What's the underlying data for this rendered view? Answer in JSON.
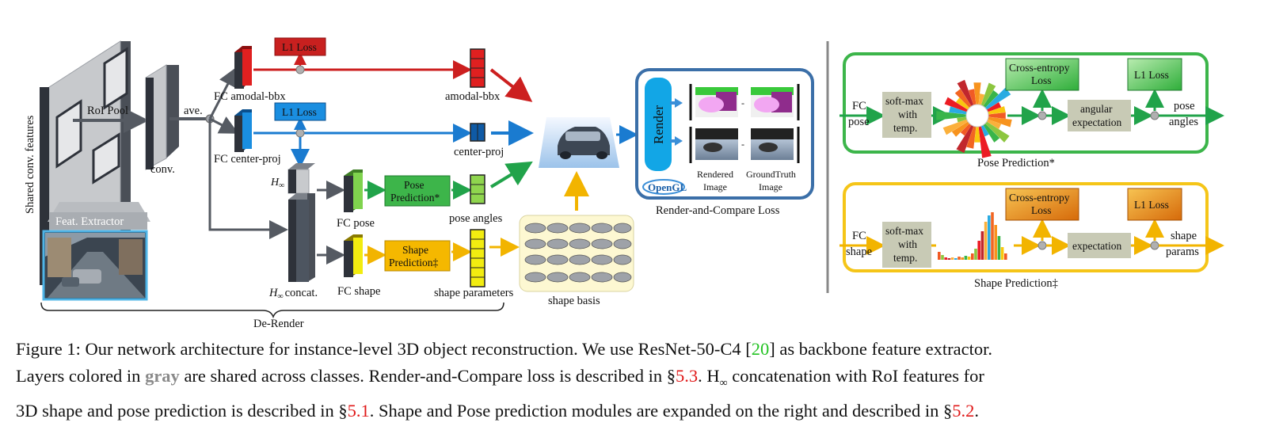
{
  "left": {
    "shared_features_label": "Shared conv. features",
    "roi_pool_label": "RoI Pool",
    "conv_label": "conv.",
    "ave_label": "ave.",
    "feat_extractor_label": "Feat. Extractor",
    "fc_amodal_label": "FC amodal-bbx",
    "fc_center_label": "FC center-proj",
    "l1_loss_top": "L1 Loss",
    "l1_loss_mid": "L1 Loss",
    "amodal_bbx_label": "amodal-bbx",
    "center_proj_label": "center-proj",
    "h_inf_label": "H",
    "h_inf_sub": "∞",
    "h_concat_label": "H",
    "h_concat_sub": "∞",
    "h_concat_suffix": "concat.",
    "fc_pose_label": "FC pose",
    "fc_shape_label": "FC shape",
    "pose_pred_line1": "Pose",
    "pose_pred_line2": "Prediction*",
    "shape_pred_line1": "Shape",
    "shape_pred_line2": "Prediction‡",
    "pose_angles_label": "pose angles",
    "shape_params_label": "shape parameters",
    "shape_basis_label": "shape basis",
    "de_render_label": "De-Render"
  },
  "render": {
    "render_label": "Render",
    "opengl_label": "OpenGL",
    "rendered_line1": "Rendered",
    "rendered_line2": "Image",
    "gt_line1": "GroundTruth",
    "gt_line2": "Image",
    "minus": "-",
    "title": "Render-and-Compare Loss"
  },
  "pose_module": {
    "fc_line1": "FC",
    "fc_line2": "pose",
    "softmax_line1": "soft-max",
    "softmax_line2": "with",
    "softmax_line3": "temp.",
    "ce_line1": "Cross-entropy",
    "ce_line2": "Loss",
    "expect_line1": "angular",
    "expect_line2": "expectation",
    "l1_label": "L1 Loss",
    "out_line1": "pose",
    "out_line2": "angles",
    "title": "Pose Prediction*"
  },
  "shape_module": {
    "fc_line1": "FC",
    "fc_line2": "shape",
    "softmax_line1": "soft-max",
    "softmax_line2": "with",
    "softmax_line3": "temp.",
    "ce_line1": "Cross-entropy",
    "ce_line2": "Loss",
    "expect_label": "expectation",
    "l1_label": "L1 Loss",
    "out_line1": "shape",
    "out_line2": "params",
    "title": "Shape Prediction‡"
  },
  "caption": {
    "l1_a": "Figure 1: Our network architecture for instance-level 3D object reconstruction. We use ResNet-50-C4 [",
    "l1_ref": "20",
    "l1_b": "] as backbone feature extractor.",
    "l2_a": "Layers colored in ",
    "l2_gray": "gray",
    "l2_b": " are shared across classes. Render-and-Compare loss is described in §",
    "l2_ref": "5.3",
    "l2_c": ". H",
    "l2_sub": "∞",
    "l2_d": " concatenation with RoI features for",
    "l3_a": "3D shape and pose prediction is described in §",
    "l3_ref1": "5.1",
    "l3_b": ". Shape and Pose prediction modules are expanded on the right and described in §",
    "l3_ref2": "5.2",
    "l3_c": "."
  },
  "colors": {
    "red": "#cc1f1f",
    "blue": "#1a7bd0",
    "green": "#21a34a",
    "yellow": "#f2b400",
    "gray_dark": "#555a62",
    "module_green": "#3cb54a",
    "module_yellow": "#f5c518",
    "render_blue": "#3b6fa8"
  }
}
